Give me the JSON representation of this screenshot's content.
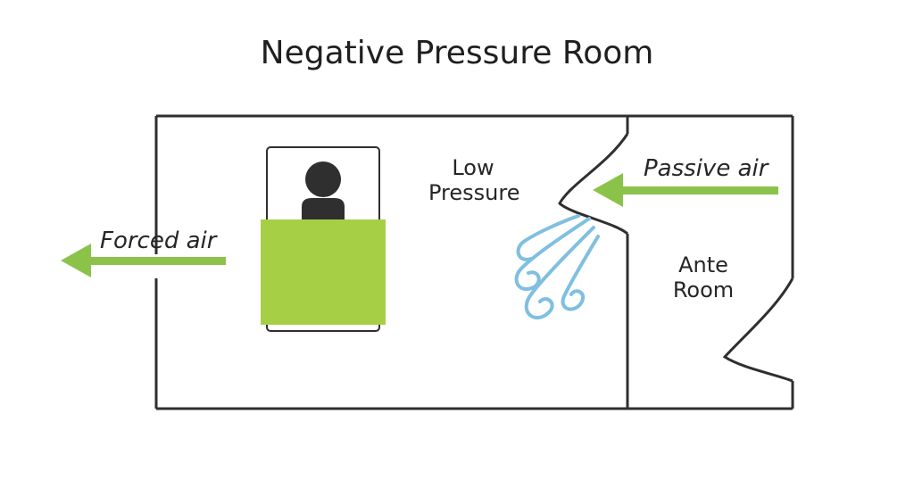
{
  "title": "Negative Pressure Room",
  "labels": {
    "low_pressure_line1": "Low",
    "low_pressure_line2": "Pressure",
    "ante_room_line1": "Ante",
    "ante_room_line2": "Room",
    "forced_air": "Forced air",
    "passive_air": "Passive air"
  },
  "colors": {
    "wall": "#2f2f2f",
    "arrow_green": "#8bc34a",
    "blanket_green": "#a6cf46",
    "person": "#2f2f2f",
    "air_swirl": "#7fbfe0"
  },
  "icons": {
    "patient": "person-icon",
    "airflow": "air-swirl-icon"
  }
}
